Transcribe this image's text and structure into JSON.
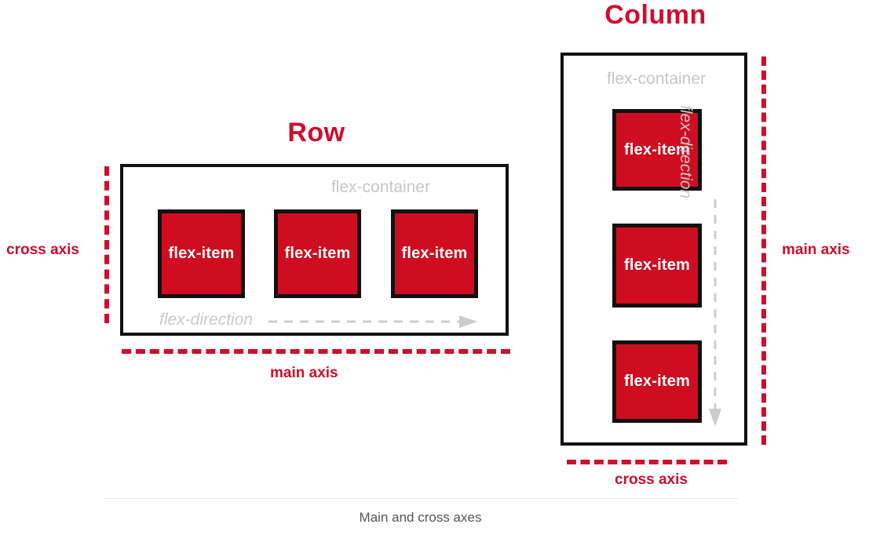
{
  "colors": {
    "accent_red": "#CE0E2D",
    "item_fill": "#CE0E20",
    "outline_black": "#111111",
    "muted_gray": "#c6c6c6",
    "background": "#ffffff",
    "divider": "#e8e8e8",
    "caption_text": "#555555"
  },
  "row_section": {
    "title": "Row",
    "container_label": "flex-container",
    "items": [
      {
        "label": "flex-item"
      },
      {
        "label": "flex-item"
      },
      {
        "label": "flex-item"
      }
    ],
    "direction_label": "flex-direction",
    "direction": "left-to-right",
    "main_axis_label": "main axis",
    "cross_axis_label": "cross axis"
  },
  "column_section": {
    "title": "Column",
    "container_label": "flex-container",
    "items": [
      {
        "label": "flex-item"
      },
      {
        "label": "flex-item"
      },
      {
        "label": "flex-item"
      }
    ],
    "direction_label": "flex-direction",
    "direction": "top-to-bottom",
    "main_axis_label": "main axis",
    "cross_axis_label": "cross axis"
  },
  "footer": {
    "caption": "Main and cross axes"
  }
}
